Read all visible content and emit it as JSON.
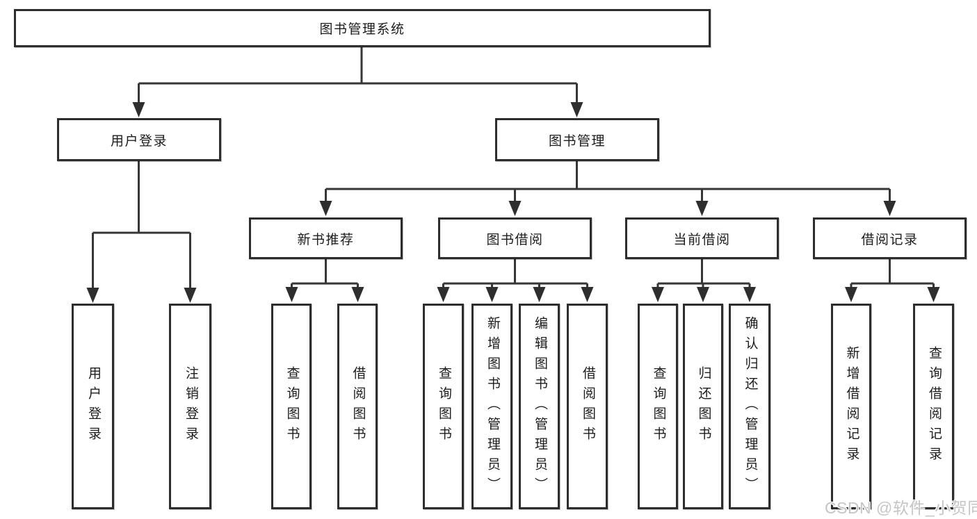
{
  "nodes": {
    "root": "图书管理系统",
    "user_login": "用户登录",
    "book_mgmt": "图书管理",
    "new_books": "新书推荐",
    "book_borrow": "图书借阅",
    "current_borrow": "当前借阅",
    "borrow_records": "借阅记录",
    "login": "用户登录",
    "logout": "注销登录",
    "nb_query_books": "查询图书",
    "nb_borrow_books": "借阅图书",
    "bb_query_books": "查询图书",
    "bb_add_books": "新增图书（管理员）",
    "bb_edit_books": "编辑图书（管理员）",
    "bb_borrow_books": "借阅图书",
    "cb_query_books": "查询图书",
    "cb_return_books": "归还图书",
    "cb_confirm_return": "确认归还（管理员）",
    "br_add_record": "新增借阅记录",
    "br_query_record": "查询借阅记录"
  },
  "watermark": "CSDN @软件_小贺同学",
  "colors": {
    "line": "#363636",
    "box_border": "#2d2d2d",
    "text": "#1c1c1c",
    "watermark": "#c5c5c5",
    "background": "#ffffff"
  }
}
